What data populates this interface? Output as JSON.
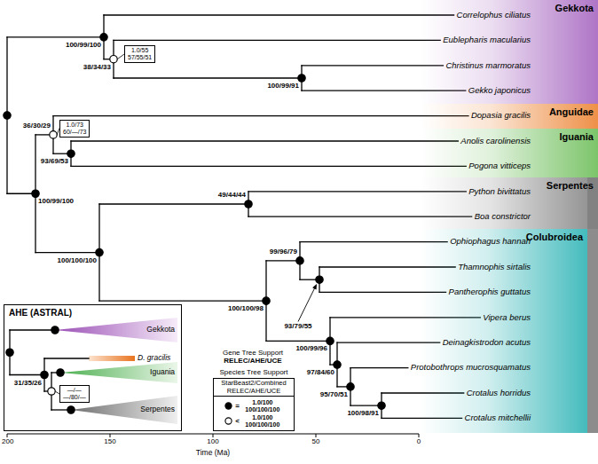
{
  "diagram": {
    "nodes": [
      {
        "text": [
          "Gekkota"
        ]
      },
      {
        "text": [
          "1.0/55",
          "57/55/51"
        ]
      },
      {
        "text": [
          "Anguidae"
        ]
      },
      {
        "text": [
          "Iguania"
        ]
      },
      {
        "text": [
          "1.0/73",
          "60/—/73"
        ]
      },
      {
        "text": [
          "Serpentes"
        ]
      },
      {
        "text": [
          "Colubroidea"
        ],
        "in": 5
      },
      {
        "text": [
          "AHE (ASTRAL)"
        ]
      },
      {
        "text": [
          "—/—",
          "—/80/—"
        ],
        "in": 7
      },
      {
        "text": [
          "Species Tree Support",
          "StarBeast2/Combined RELEC/AHE/UCE"
        ]
      }
    ],
    "labels": [
      "Correlophus ciliatus",
      "Eublepharis macularius",
      "Christinus marmoratus",
      "Gekko japonicus",
      "Dopasia gracilis",
      "Anolis carolinensis",
      "Pogona vitticeps",
      "Python bivittatus",
      "Boa constrictor",
      "Ophiophagus hannah",
      "Thamnophis sirtalis",
      "Pantherophis guttatus",
      "Vipera berus",
      "Deinagkistrodon acutus",
      "Protobothrops mucrosquamatus",
      "Crotalus horridus",
      "Crotalus mitchellii",
      "100/99/100",
      "38/34/33",
      "100/99/91",
      "36/30/29",
      "93/69/53",
      "100/99/100",
      "49/44/44",
      "100/100/100",
      "100/100/98",
      "99/96/79",
      "93/79/55",
      "100/99/96",
      "97/84/60",
      "95/70/51",
      "100/98/91",
      "200",
      "150",
      "100",
      "50",
      "0",
      "Time (Ma)",
      "Gene Tree Support",
      "RELEC/AHE/UCE",
      "=",
      "<",
      "Gekkota",
      "D. gracilis",
      "Iguania",
      "Serpentes",
      "31/35/26"
    ],
    "legend": [
      {
        "text": "1.0/100 100/100/100"
      },
      {
        "text": "1.0/100 100/100/100"
      }
    ]
  }
}
